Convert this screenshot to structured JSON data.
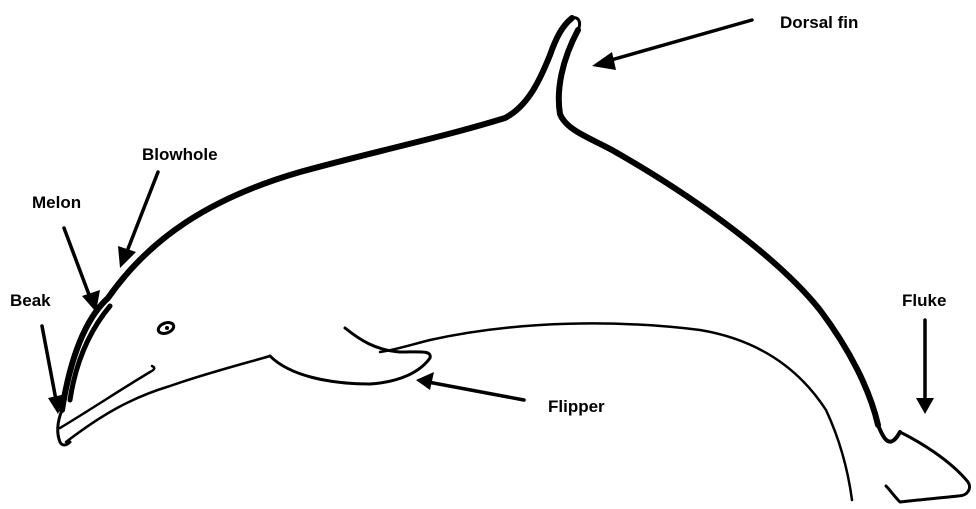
{
  "labels": {
    "dorsal_fin": "Dorsal fin",
    "blowhole": "Blowhole",
    "melon": "Melon",
    "beak": "Beak",
    "flipper": "Flipper",
    "fluke": "Fluke"
  },
  "colors": {
    "background": "#ffffff",
    "ink": "#000000"
  }
}
